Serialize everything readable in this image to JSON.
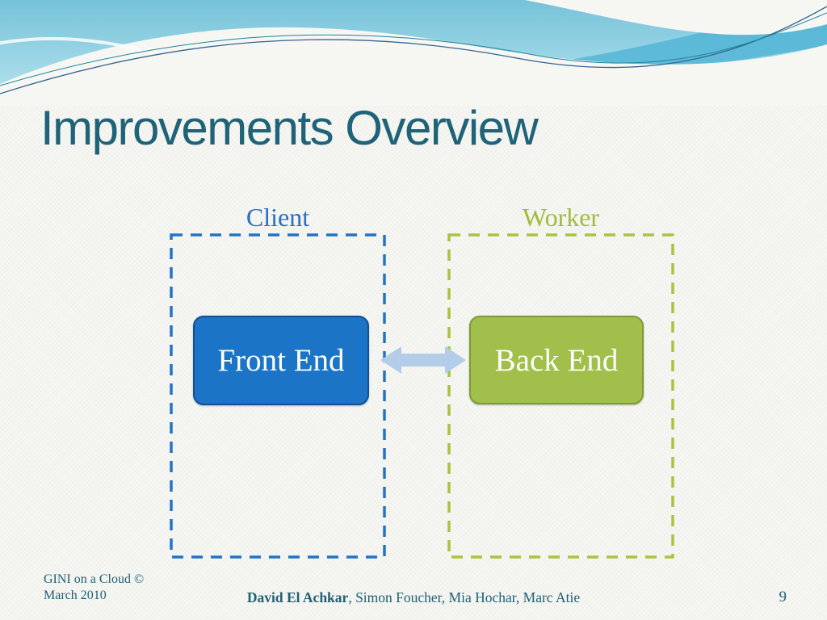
{
  "slide": {
    "background_color": "#f6f6f3"
  },
  "header": {
    "title": "Improvements Overview",
    "title_color": "#1e6377",
    "wave_accent_color": "#76c2d9"
  },
  "diagram": {
    "groups": [
      {
        "label": "Client",
        "label_color": "#2a6fc0",
        "border_color": "#2273c5",
        "node": {
          "label": "Front End",
          "fill": "#1b74c6",
          "border": "#134f92",
          "text_color": "#fdfdfd"
        }
      },
      {
        "label": "Worker",
        "label_color": "#9fbc3c",
        "border_color": "#a9c33e",
        "node": {
          "label": "Back End",
          "fill": "#a1bf4a",
          "border": "#7e9b33",
          "text_color": "#fdfdfd"
        }
      }
    ],
    "arrow": {
      "type": "double-headed-horizontal",
      "color": "#b3cde9"
    }
  },
  "footer": {
    "left_line1": "GINI on a Cloud ©",
    "left_line2": "March 2010",
    "credits_bold": "David El Achkar",
    "credits_rest": ", Simon Foucher, Mia Hochar, Marc Atie",
    "page_number": "9",
    "text_color": "#1f6073"
  }
}
